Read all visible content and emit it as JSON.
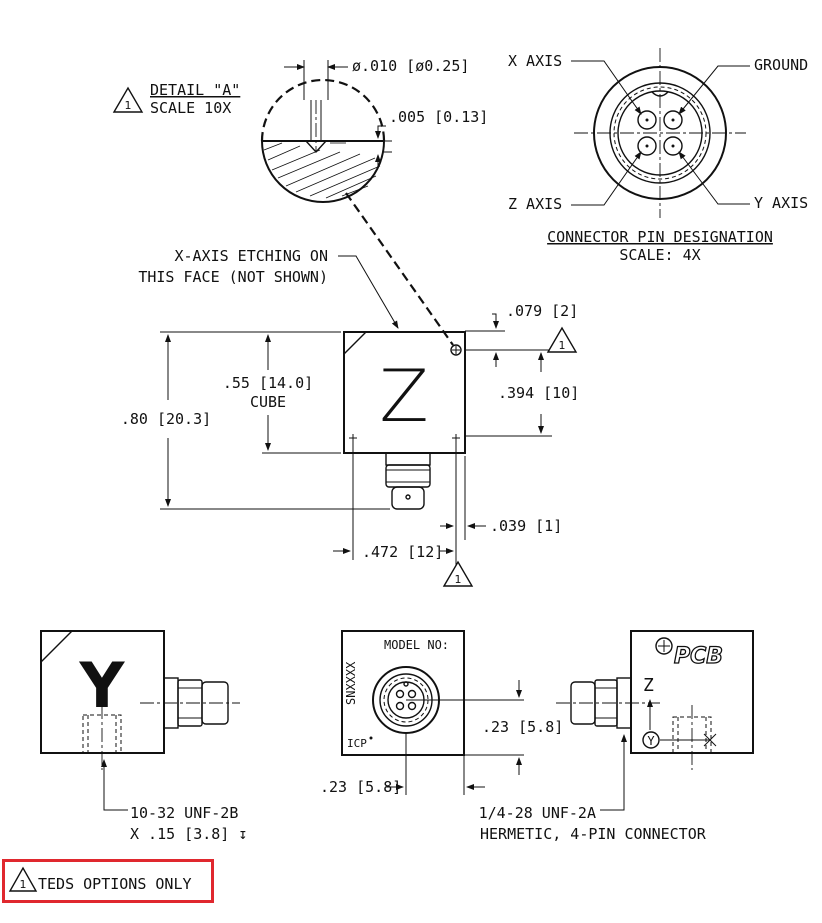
{
  "detail": {
    "title": "DETAIL \"A\"",
    "scale": "SCALE 10X",
    "diameter_dim": "ø.010 [ø0.25]",
    "depth_dim": ".005 [0.13]",
    "note_number": "1"
  },
  "connector": {
    "x_axis": "X AXIS",
    "ground": "GROUND",
    "z_axis": "Z AXIS",
    "y_axis": "Y AXIS",
    "title": "CONNECTOR PIN DESIGNATION",
    "scale": "SCALE: 4X"
  },
  "front_view": {
    "etching_line1": "X-AXIS ETCHING ON",
    "etching_line2": "THIS FACE (NOT SHOWN)",
    "axis_letter": "Z",
    "dim_079": ".079 [2]",
    "dim_394": ".394 [10]",
    "dim_55": ".55 [14.0]",
    "dim_cube": "CUBE",
    "dim_80": ".80 [20.3]",
    "dim_472": ".472 [12]",
    "dim_039": ".039 [1]",
    "note_number": "1"
  },
  "side_left": {
    "axis_letter": "Y",
    "thread_line1": "10-32 UNF-2B",
    "thread_line2": "X .15 [3.8] ↧"
  },
  "bottom_view": {
    "model_label": "MODEL NO:",
    "serial": "SNXXXX",
    "icp": "ICP",
    "dim_h": ".23 [5.8]",
    "dim_v": ".23 [5.8]"
  },
  "side_right": {
    "logo": "PCB",
    "z_label": "Z",
    "y_symbol": "Y",
    "connector_line1": "1/4-28 UNF-2A",
    "connector_line2": "HERMETIC, 4-PIN CONNECTOR"
  },
  "legend": {
    "note_number": "1",
    "text": "TEDS OPTIONS ONLY"
  }
}
